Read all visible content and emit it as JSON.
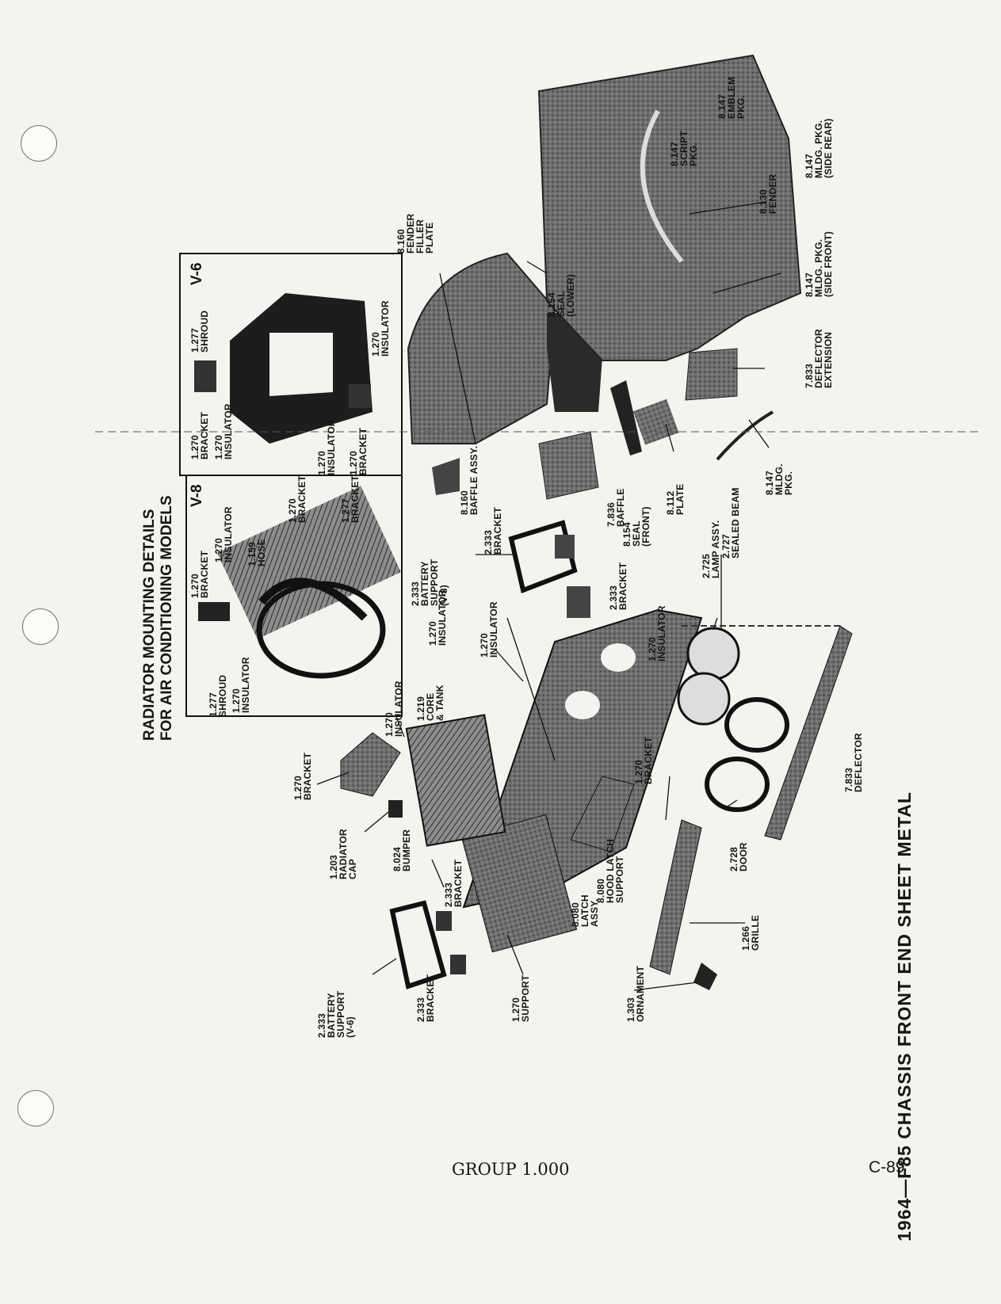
{
  "figure": {
    "main_title": "1964—F85 CHASSIS FRONT END SHEET METAL",
    "inset_title_line1": "RADIATOR MOUNTING DETAILS",
    "inset_title_line2": "FOR AIR CONDITIONING MODELS",
    "inset_v8_tag": "V-8",
    "inset_v6_tag": "V-6",
    "labels": [
      {
        "id": "l01",
        "text": "1.277\nSHROUD"
      },
      {
        "id": "l02",
        "text": "1.270\nBRACKET"
      },
      {
        "id": "l03",
        "text": "1.270\nINSULATOR"
      },
      {
        "id": "l04",
        "text": "1.159\nHOSE"
      },
      {
        "id": "l05",
        "text": "1.270\nBRACKET"
      },
      {
        "id": "l06",
        "text": "1.277\nBRACKET"
      },
      {
        "id": "l07",
        "text": "1.270\nINSULATOR"
      },
      {
        "id": "l08",
        "text": "1.270\nBRACKET"
      },
      {
        "id": "l09",
        "text": "1.270\nINSULATOR"
      },
      {
        "id": "l10",
        "text": "1.277\nSHROUD"
      },
      {
        "id": "l11",
        "text": "1.270\nINSULATOR"
      },
      {
        "id": "l12",
        "text": "1.270\nBRACKET"
      },
      {
        "id": "l13",
        "text": "1.270\nINSULATOR"
      },
      {
        "id": "l14",
        "text": "8.160\nFENDER\nFILLER\nPLATE"
      },
      {
        "id": "l15",
        "text": "8.154\nSEAL\n(LOWER)"
      },
      {
        "id": "l16",
        "text": "8.147\nEMBLEM\nPKG."
      },
      {
        "id": "l17",
        "text": "8.147\nSCRIPT\nPKG."
      },
      {
        "id": "l18",
        "text": "8.147\nMLDG. PKG.\n(SIDE REAR)"
      },
      {
        "id": "l19",
        "text": "8.130\nFENDER"
      },
      {
        "id": "l20",
        "text": "8.147\nMLDG. PKG.\n(SIDE FRONT)"
      },
      {
        "id": "l21",
        "text": "7.833\nDEFLECTOR\nEXTENSION"
      },
      {
        "id": "l22",
        "text": "8.147\nMLDG.\nPKG."
      },
      {
        "id": "l23",
        "text": "8.112\nPLATE"
      },
      {
        "id": "l24",
        "text": "8.154\nSEAL\n(FRONT)"
      },
      {
        "id": "l25",
        "text": "7.836\nBAFFLE"
      },
      {
        "id": "l26",
        "text": "8.160\nBAFFLE ASSY."
      },
      {
        "id": "l27",
        "text": "2.333\nBRACKET"
      },
      {
        "id": "l28",
        "text": "2.333\nBATTERY\nSUPPORT\n(V-8)"
      },
      {
        "id": "l29",
        "text": "2.333\nBRACKET"
      },
      {
        "id": "l30",
        "text": "2.725\nLAMP ASSY."
      },
      {
        "id": "l31",
        "text": "2.727\nSEALED BEAM"
      },
      {
        "id": "l32",
        "text": "1.270\nINSULATOR"
      },
      {
        "id": "l33",
        "text": "1.270\nINSULATOR"
      },
      {
        "id": "l34",
        "text": "1.270\nINSULATOR"
      },
      {
        "id": "l35",
        "text": "1.219\nCORE\n& TANK"
      },
      {
        "id": "l36",
        "text": "1.270\nINSULATOR"
      },
      {
        "id": "l37",
        "text": "1.270\nBRACKET"
      },
      {
        "id": "l38",
        "text": "7.833\nDEFLECTOR"
      },
      {
        "id": "l39",
        "text": "1.270\nBRACKET"
      },
      {
        "id": "l40",
        "text": "1.203\nRADIATOR\nCAP"
      },
      {
        "id": "l41",
        "text": "8.024\nBUMPER"
      },
      {
        "id": "l42",
        "text": "2.333\nBRACKET"
      },
      {
        "id": "l43",
        "text": "8.080\nLATCH\nASSY."
      },
      {
        "id": "l44",
        "text": "8.080\nHOOD LATCH\nSUPPORT"
      },
      {
        "id": "l45",
        "text": "2.728\nDOOR"
      },
      {
        "id": "l46",
        "text": "1.266\nGRILLE"
      },
      {
        "id": "l47",
        "text": "2.333\nBATTERY\nSUPPORT\n(V-6)"
      },
      {
        "id": "l48",
        "text": "2.333\nBRACKET"
      },
      {
        "id": "l49",
        "text": "1.270\nSUPPORT"
      },
      {
        "id": "l50",
        "text": "1.303\nORNAMENT"
      }
    ]
  },
  "footer": {
    "group": "GROUP 1.000",
    "page": "C-89"
  }
}
